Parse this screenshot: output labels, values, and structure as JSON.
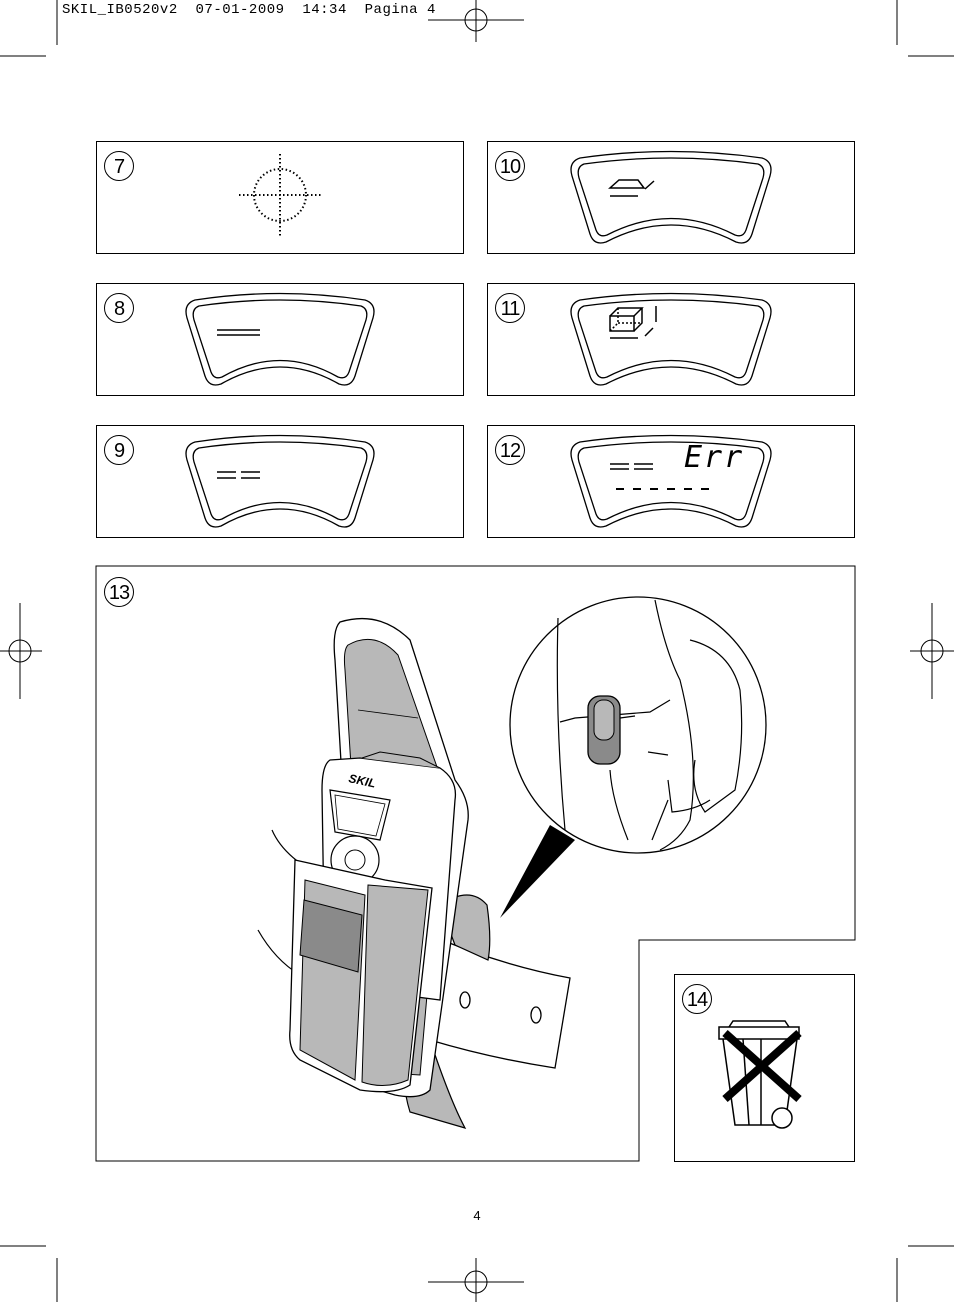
{
  "header": {
    "text": "SKIL_IB0520v2  07-01-2009  14:34  Pagina 4"
  },
  "page_number": "4",
  "figures": [
    {
      "id": "fig7",
      "label": "7"
    },
    {
      "id": "fig10",
      "label": "10"
    },
    {
      "id": "fig8",
      "label": "8"
    },
    {
      "id": "fig11",
      "label": "11"
    },
    {
      "id": "fig9",
      "label": "9"
    },
    {
      "id": "fig12",
      "label": "12",
      "display_text": "Err"
    },
    {
      "id": "fig13",
      "label": "13",
      "brand": "SKIL"
    },
    {
      "id": "fig14",
      "label": "14"
    }
  ],
  "colors": {
    "line": "#000000",
    "grey_light": "#b8b8b8",
    "grey_dark": "#8a8a8a"
  }
}
